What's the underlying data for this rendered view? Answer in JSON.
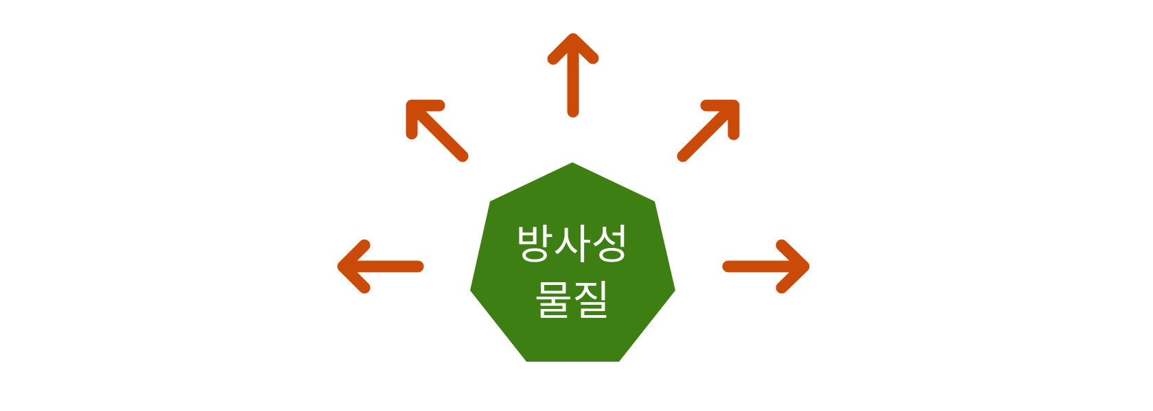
{
  "diagram": {
    "center": {
      "shape": "heptagon",
      "fill": "#3d7f13",
      "label_lines": [
        "방사성",
        "물질"
      ]
    },
    "arrows": {
      "color": "#cc4a08",
      "directions": [
        "left",
        "up-left",
        "up",
        "up-right",
        "right"
      ]
    }
  }
}
